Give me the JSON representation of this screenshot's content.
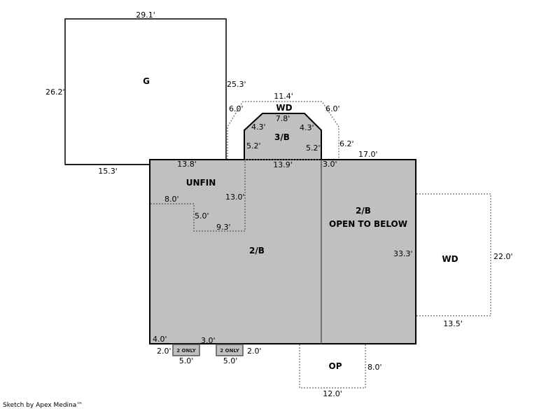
{
  "areas": {
    "garage": "G",
    "unfinished": "UNFIN",
    "second_bedroom": "2/B",
    "third_bedroom": "3/B",
    "open_area_line1": "2/B",
    "open_area_line2": "OPEN TO BELOW",
    "deck_top": "WD",
    "deck_right": "WD",
    "porch": "OP",
    "bay_left": "2 ONLY",
    "bay_right": "2 ONLY"
  },
  "dimensions": {
    "garage_top": "29.1'",
    "garage_left": "26.2'",
    "garage_right": "25.3'",
    "garage_bottom": "15.3'",
    "deck_top_width": "11.4'",
    "deck_top_left_diag": "6.0'",
    "deck_top_right_diag": "6.0'",
    "deck_top_right_side": "6.2'",
    "bed3_top": "7.8'",
    "bed3_left_diag": "4.3'",
    "bed3_right_diag": "4.3'",
    "bed3_left_side": "5.2'",
    "bed3_right_side": "5.2'",
    "bed3_bottom": "13.9'",
    "main_top_left": "13.8'",
    "main_top_mid": "3.0'",
    "main_top_right": "17.0'",
    "unfin_left": "8.0'",
    "unfin_side": "13.0'",
    "unfin_step": "5.0'",
    "unfin_bottom": "9.3'",
    "main_right": "33.3'",
    "deck_right_side": "22.0'",
    "deck_right_bottom": "13.5'",
    "bottom_left": "4.0'",
    "bottom_mid": "3.0'",
    "bay_left_depth": "2.0'",
    "bay_left_width": "5.0'",
    "bay_right_width": "5.0'",
    "bay_right_depth": "2.0'",
    "porch_side": "8.0'",
    "porch_width": "12.0'"
  },
  "footer": {
    "credit": "Sketch by Apex Medina™"
  },
  "colors": {
    "fill": "#c0c0c0",
    "stroke": "#000000",
    "dotted": "#666666"
  }
}
